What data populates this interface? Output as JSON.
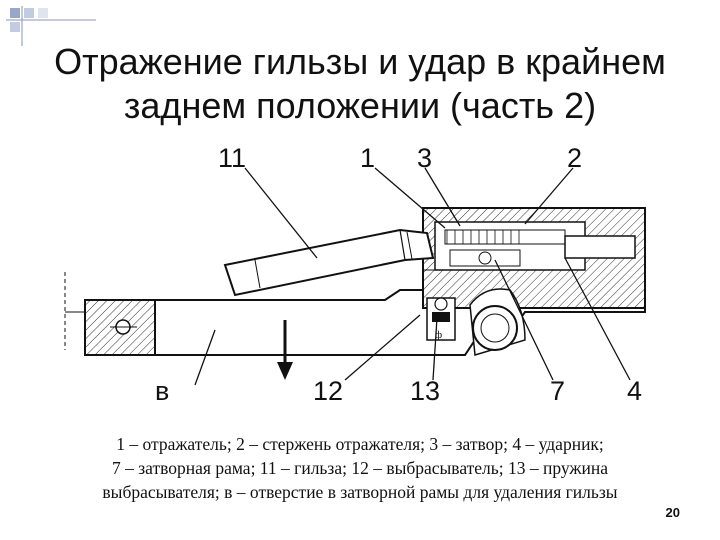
{
  "slide": {
    "title_line1": "Отражение гильзы и удар в крайнем",
    "title_line2": "заднем положении (часть 2)",
    "labels": {
      "l11": "11",
      "l1": "1",
      "l3": "3",
      "l2": "2",
      "lv": "в",
      "l12": "12",
      "l13": "13",
      "l7": "7",
      "l4": "4",
      "lphi": "ф"
    },
    "caption_line1": "1 – отражатель; 2 – стержень отражателя; 3 – затвор; 4 – ударник;",
    "caption_line2": "7 – затворная рама; 11 – гильза; 12 – выбрасыватель; 13 – пружина",
    "caption_line3": "выбрасывателя; в – отверстие в затворной рамы для удаления гильзы",
    "page_number": "20"
  }
}
